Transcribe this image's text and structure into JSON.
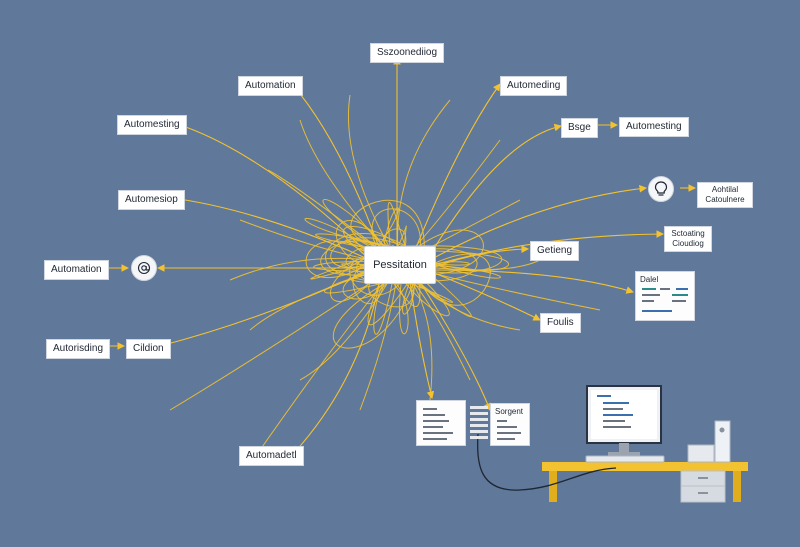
{
  "diagram": {
    "center": "Pessitation",
    "labels": {
      "top": "Sszoonediiog",
      "top_left": "Automation",
      "top_right": "Automeding",
      "left_1": "Automesting",
      "right_1a": "Bsge",
      "right_1b": "Automesting",
      "left_2": "Automesiop",
      "right_2_line1": "Aohtilal",
      "right_2_line2": "Catoulnere",
      "right_3_line1": "Sctoating",
      "right_3_line2": "Cioudiog",
      "mid_right": "Getieng",
      "left_3": "Automation",
      "mid_right_low": "Foulis",
      "left_4a": "Autorisding",
      "left_4b": "Cildion",
      "bottom_left": "Automadetl",
      "card_dalel": "Dalel",
      "card_sorgent": "Sorgent"
    },
    "colors": {
      "background": "#60789a",
      "wire": "#f2c230",
      "arrow": "#f2c230",
      "desk": "#f2c230"
    }
  }
}
